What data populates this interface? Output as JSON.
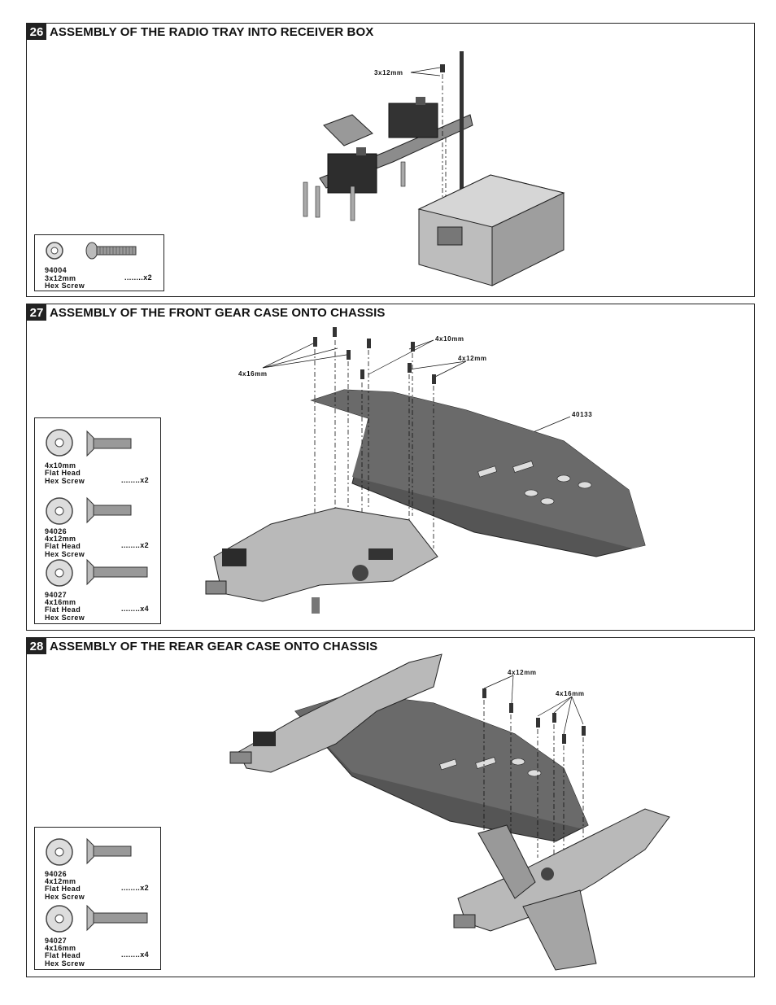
{
  "steps": [
    {
      "number": "26",
      "title": "ASSEMBLY OF THE RADIO TRAY INTO RECEIVER BOX",
      "callouts": [
        "3x12mm"
      ],
      "parts": [
        {
          "code": "94004",
          "size": "3x12mm",
          "name": "Hex Screw",
          "qty": "........x2"
        }
      ]
    },
    {
      "number": "27",
      "title": "ASSEMBLY OF THE FRONT GEAR CASE ONTO CHASSIS",
      "callouts": [
        "4x10mm",
        "4x12mm",
        "4x16mm",
        "40133"
      ],
      "parts": [
        {
          "code": "",
          "size": "4x10mm",
          "name1": "Flat Head",
          "name2": "Hex Screw",
          "qty": "........x2"
        },
        {
          "code": "94026",
          "size": "4x12mm",
          "name1": "Flat Head",
          "name2": "Hex Screw",
          "qty": "........x2"
        },
        {
          "code": "94027",
          "size": "4x16mm",
          "name1": "Flat Head",
          "name2": "Hex Screw",
          "qty": "........x4"
        }
      ]
    },
    {
      "number": "28",
      "title": "ASSEMBLY OF THE REAR GEAR CASE ONTO CHASSIS",
      "callouts": [
        "4x12mm",
        "4x16mm"
      ],
      "parts": [
        {
          "code": "94026",
          "size": "4x12mm",
          "name1": "Flat Head",
          "name2": "Hex Screw",
          "qty": "........x2"
        },
        {
          "code": "94027",
          "size": "4x16mm",
          "name1": "Flat Head",
          "name2": "Hex Screw",
          "qty": "........x4"
        }
      ]
    }
  ],
  "icons": [
    "washer-icon",
    "hex-screw-icon",
    "flat-head-screw-icon",
    "chassis-plate-illustration",
    "servo-icon",
    "receiver-box-icon",
    "suspension-arm-illustration"
  ],
  "colors": {
    "ink": "#111111",
    "metal": "#5a5a5a",
    "metal_light": "#a8a8a8",
    "header_bg": "#222222"
  }
}
